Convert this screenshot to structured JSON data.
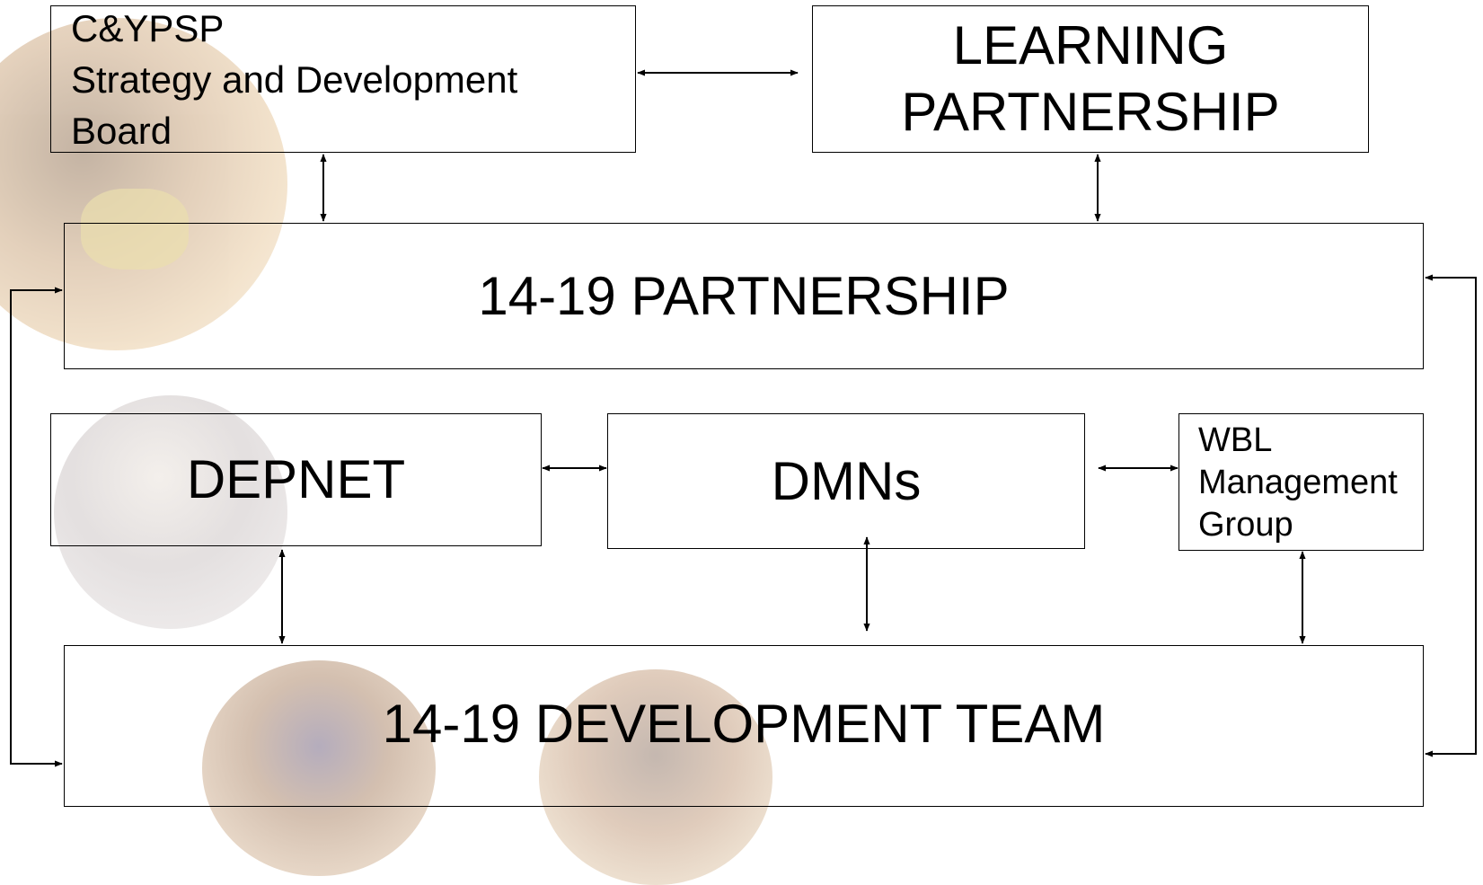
{
  "nodes": {
    "cypsp": {
      "lines": [
        "C&YPSP",
        "Strategy and Development",
        "Board"
      ]
    },
    "learning": {
      "lines": [
        "LEARNING",
        "PARTNERSHIP"
      ]
    },
    "partnership": {
      "label": "14-19 PARTNERSHIP"
    },
    "depnet": {
      "label": "DEPNET"
    },
    "dmns": {
      "label": "DMNs"
    },
    "wbl": {
      "lines": [
        "WBL",
        "Management",
        "Group"
      ]
    },
    "devteam": {
      "label": "14-19 DEVELOPMENT TEAM"
    }
  },
  "edges": [
    {
      "from": "cypsp",
      "to": "learning",
      "direction": "both"
    },
    {
      "from": "cypsp",
      "to": "partnership",
      "direction": "both"
    },
    {
      "from": "learning",
      "to": "partnership",
      "direction": "both"
    },
    {
      "from": "depnet",
      "to": "dmns",
      "direction": "both"
    },
    {
      "from": "dmns",
      "to": "wbl",
      "direction": "both"
    },
    {
      "from": "depnet",
      "to": "devteam",
      "direction": "both"
    },
    {
      "from": "dmns",
      "to": "devteam",
      "direction": "both"
    },
    {
      "from": "wbl",
      "to": "devteam",
      "direction": "both"
    },
    {
      "from": "partnership",
      "to": "devteam",
      "direction": "both",
      "route": "left"
    },
    {
      "from": "partnership",
      "to": "devteam",
      "direction": "both",
      "route": "right"
    }
  ],
  "colors": {
    "line": "#000000",
    "background": "#ffffff"
  }
}
